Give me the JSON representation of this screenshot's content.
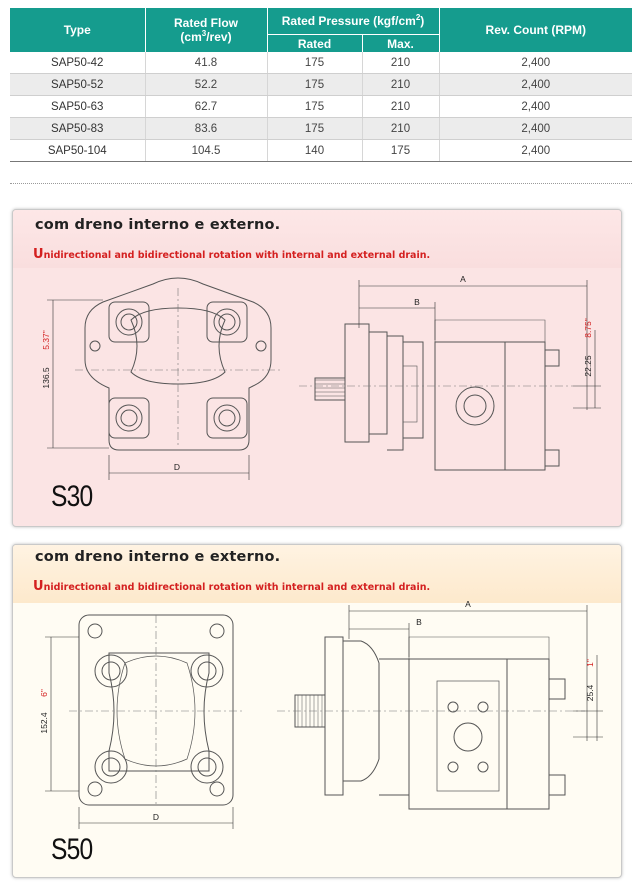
{
  "table": {
    "headers": {
      "type": "Type",
      "rated_flow_line1": "Rated Flow",
      "rated_flow_line2": "(cm",
      "rated_flow_sup": "3",
      "rated_flow_line2_end": "/rev)",
      "rated_pressure": "Rated Pressure (kgf/cm",
      "rated_pressure_sup": "2",
      "rated_pressure_end": ")",
      "rated": "Rated",
      "max": "Max.",
      "rev_count": "Rev. Count (RPM)"
    },
    "rows": [
      {
        "type": "SAP50-42",
        "flow": "41.8",
        "rated": "175",
        "max": "210",
        "rpm": "2,400"
      },
      {
        "type": "SAP50-52",
        "flow": "52.2",
        "rated": "175",
        "max": "210",
        "rpm": "2,400"
      },
      {
        "type": "SAP50-63",
        "flow": "62.7",
        "rated": "175",
        "max": "210",
        "rpm": "2,400"
      },
      {
        "type": "SAP50-83",
        "flow": "83.6",
        "rated": "175",
        "max": "210",
        "rpm": "2,400"
      },
      {
        "type": "SAP50-104",
        "flow": "104.5",
        "rated": "140",
        "max": "175",
        "rpm": "2,400"
      }
    ]
  },
  "panels": [
    {
      "title": "com dreno interno e externo.",
      "subtitle_initial": "U",
      "subtitle": "nidirectional and bidirectional rotation with internal and external drain.",
      "model": "S30",
      "dims": {
        "height_mm": "136.5",
        "height_in": "5.37\"",
        "d": "D",
        "a": "A",
        "b": "B",
        "offset_mm": "22.25",
        "offset_in": "8.75\""
      }
    },
    {
      "title": "com dreno interno e externo.",
      "subtitle_initial": "U",
      "subtitle": "nidirectional and bidirectional rotation with internal and external drain.",
      "model": "S50",
      "dims": {
        "height_mm": "152.4",
        "height_in": "6\"",
        "d": "D",
        "a": "A",
        "b": "B",
        "offset_mm": "25.4",
        "offset_in": "1\""
      }
    }
  ],
  "colors": {
    "header": "#159c8e",
    "panel1_bg": "#fbe4e4",
    "panel2_bg": "#fffcf3",
    "subtitle": "#d42020"
  }
}
